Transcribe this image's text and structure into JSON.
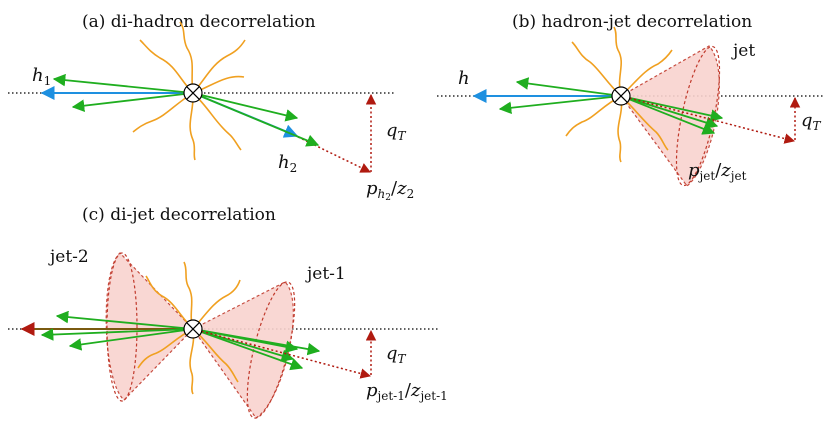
{
  "colors": {
    "hadron": "#1e90e0",
    "track": "#1fae1f",
    "soft": "#f0a020",
    "recoil": "#b01a10",
    "cone_fill": "#f9d3cf",
    "cone_edge": "#c0392b",
    "axis": "#000000"
  },
  "icons": {
    "vertex": "otimes-vertex-icon"
  },
  "panel_a": {
    "title": "(a) di-hadron decorrelation",
    "h1": {
      "base": "h",
      "sub": "1"
    },
    "h2": {
      "base": "h",
      "sub": "2"
    },
    "qT": {
      "base": "q",
      "sub": "T"
    },
    "p": {
      "base": "p",
      "sub_base": "h",
      "sub_sub": "2",
      "slash": "/",
      "z": "z",
      "z_sub": "2"
    }
  },
  "panel_b": {
    "title": "(b) hadron-jet decorrelation",
    "h": "h",
    "jet": "jet",
    "qT": {
      "base": "q",
      "sub": "T"
    },
    "p": {
      "base": "p",
      "sub": "jet",
      "slash": "/",
      "z": "z",
      "z_sub": "jet"
    }
  },
  "panel_c": {
    "title": "(c) di-jet decorrelation",
    "jet2": "jet-2",
    "jet1": "jet-1",
    "qT": {
      "base": "q",
      "sub": "T"
    },
    "p": {
      "base": "p",
      "sub": "jet-1",
      "slash": "/",
      "z": "z",
      "z_sub": "jet-1"
    }
  }
}
